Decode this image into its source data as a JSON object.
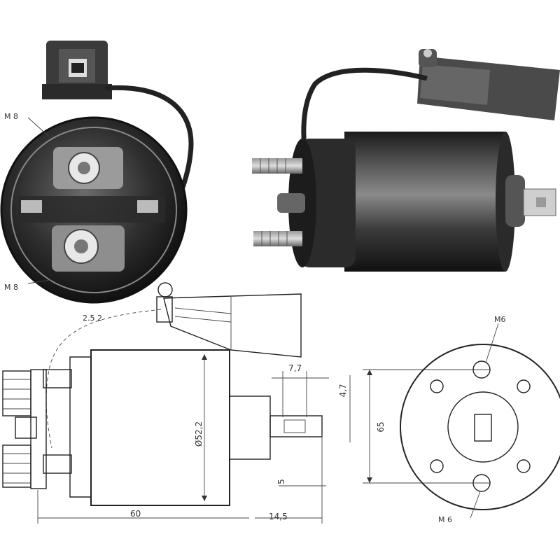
{
  "rear_view": {
    "label_top": "M 8",
    "label_bottom": "M 8"
  },
  "dimensions": {
    "length_body": "60",
    "diameter": "Ø52,2",
    "shaft_width": "7,7",
    "shaft_height": "4,7",
    "shaft_gap": "5",
    "plunger_length": "14,5",
    "flange_height": "65",
    "connector_wire": "2.5 2"
  },
  "end_view": {
    "top_hole_label": "M6",
    "bottom_hole_label": "M 6"
  },
  "colors": {
    "body": "#3a3a3a",
    "line": "#222222",
    "background": "#ffffff"
  }
}
